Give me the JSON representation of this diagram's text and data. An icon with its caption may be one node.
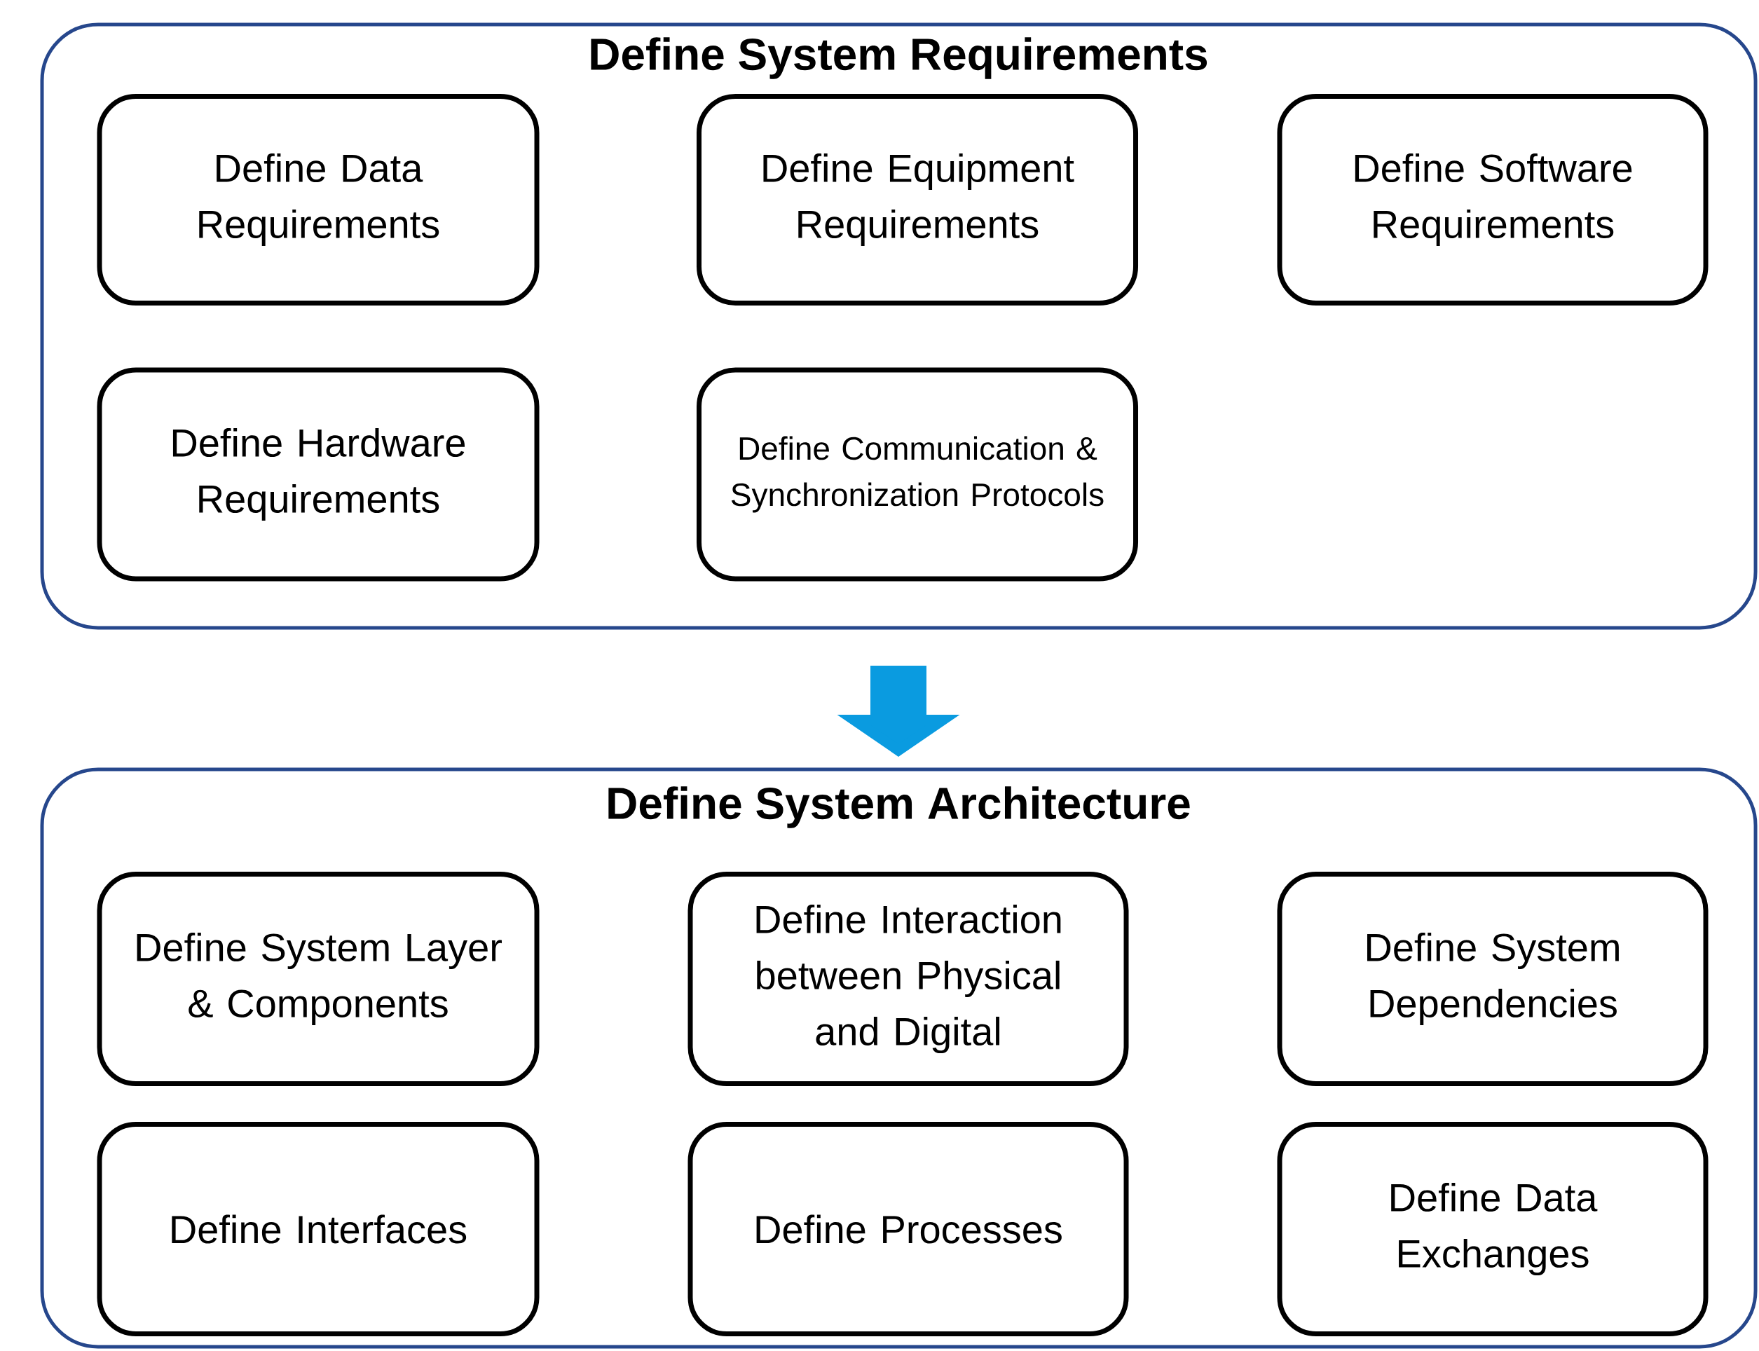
{
  "diagram": {
    "nodes": [
      {
        "text": [
          "Define System Requirements"
        ]
      },
      {
        "text": [
          "Define Data Requirements"
        ],
        "in": 0
      },
      {
        "text": [
          "Define Equipment Requirements"
        ],
        "in": 0
      },
      {
        "text": [
          "Define Software Requirements"
        ],
        "in": 0
      },
      {
        "text": [
          "Define Hardware Requirements"
        ],
        "in": 0
      },
      {
        "text": [
          "Define Communication & Synchronization Protocols"
        ],
        "in": 0
      },
      {
        "text": [
          "Define System Architecture"
        ]
      },
      {
        "text": [
          "Define System Layer & Components"
        ],
        "in": 6
      },
      {
        "text": [
          "Define Interaction between Physical and Digital"
        ],
        "in": 6
      },
      {
        "text": [
          "Define System Dependencies"
        ],
        "in": 6
      },
      {
        "text": [
          "Define Interfaces"
        ],
        "in": 6
      },
      {
        "text": [
          "Define Processes"
        ],
        "in": 6
      },
      {
        "text": [
          "Define Data Exchanges"
        ],
        "in": 6
      }
    ],
    "edges": [
      {
        "from": 0,
        "to": 6,
        "arrow": "to"
      }
    ]
  }
}
